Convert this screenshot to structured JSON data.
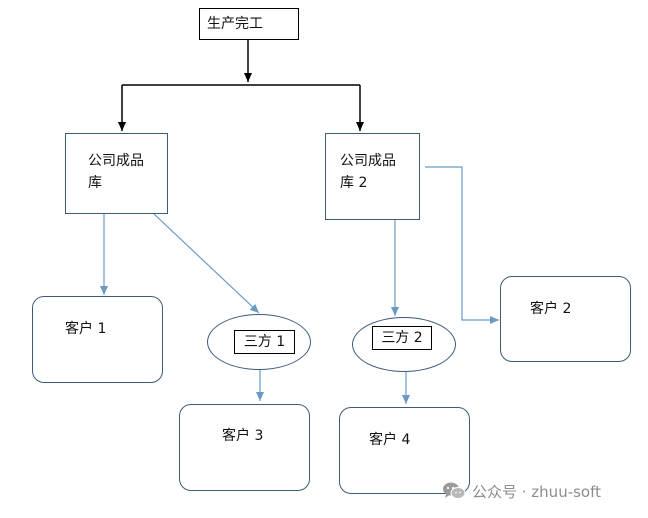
{
  "nodes": {
    "production_done": "生产完工",
    "warehouse_1": "公司成品\n库",
    "warehouse_2": "公司成品\n库 2",
    "third_party_1": "三方 1",
    "third_party_2": "三方 2",
    "customer_1": "客户 1",
    "customer_2": "客户 2",
    "customer_3": "客户 3",
    "customer_4": "客户 4"
  },
  "edges": [
    {
      "from": "production_done",
      "to": "warehouse_1",
      "color": "#000000"
    },
    {
      "from": "production_done",
      "to": "warehouse_2",
      "color": "#000000"
    },
    {
      "from": "warehouse_1",
      "to": "customer_1",
      "color": "#6a9ac4"
    },
    {
      "from": "warehouse_1",
      "to": "third_party_1",
      "color": "#6a9ac4"
    },
    {
      "from": "warehouse_2",
      "to": "third_party_2",
      "color": "#6a9ac4"
    },
    {
      "from": "warehouse_2",
      "to": "customer_2",
      "color": "#6a9ac4"
    },
    {
      "from": "third_party_1",
      "to": "customer_3",
      "color": "#6a9ac4"
    },
    {
      "from": "third_party_2",
      "to": "customer_4",
      "color": "#6a9ac4"
    }
  ],
  "watermark": {
    "text": "公众号 · zhuu-soft",
    "icon": "wechat-icon"
  }
}
